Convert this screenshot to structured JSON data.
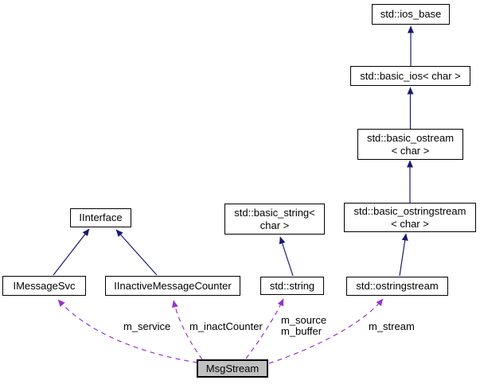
{
  "diagram": {
    "type": "collaboration-graph",
    "colors": {
      "inheritance_edge": "#191970",
      "usage_edge": "#9a32cd",
      "node_border": "#000000",
      "node_fill": "#ffffff",
      "selected_node_fill": "#c0c0c0",
      "text": "#000000",
      "background": "#ffffff"
    },
    "nodes": [
      {
        "label": "std::ios_base"
      },
      {
        "label": "std::basic_ios< char >"
      },
      {
        "label": "std::basic_ostream\n< char >"
      },
      {
        "label": "std::basic_string<\nchar >"
      },
      {
        "label": "std::basic_ostringstream\n< char >"
      },
      {
        "label": "IInterface"
      },
      {
        "label": "IMessageSvc"
      },
      {
        "label": "IInactiveMessageCounter"
      },
      {
        "label": "std::string"
      },
      {
        "label": "std::ostringstream"
      },
      {
        "label": "MsgStream"
      }
    ],
    "edge_labels": [
      {
        "text": "m_service"
      },
      {
        "text": "m_inactCounter"
      },
      {
        "text": "m_source\nm_buffer"
      },
      {
        "text": "m_stream"
      }
    ]
  }
}
